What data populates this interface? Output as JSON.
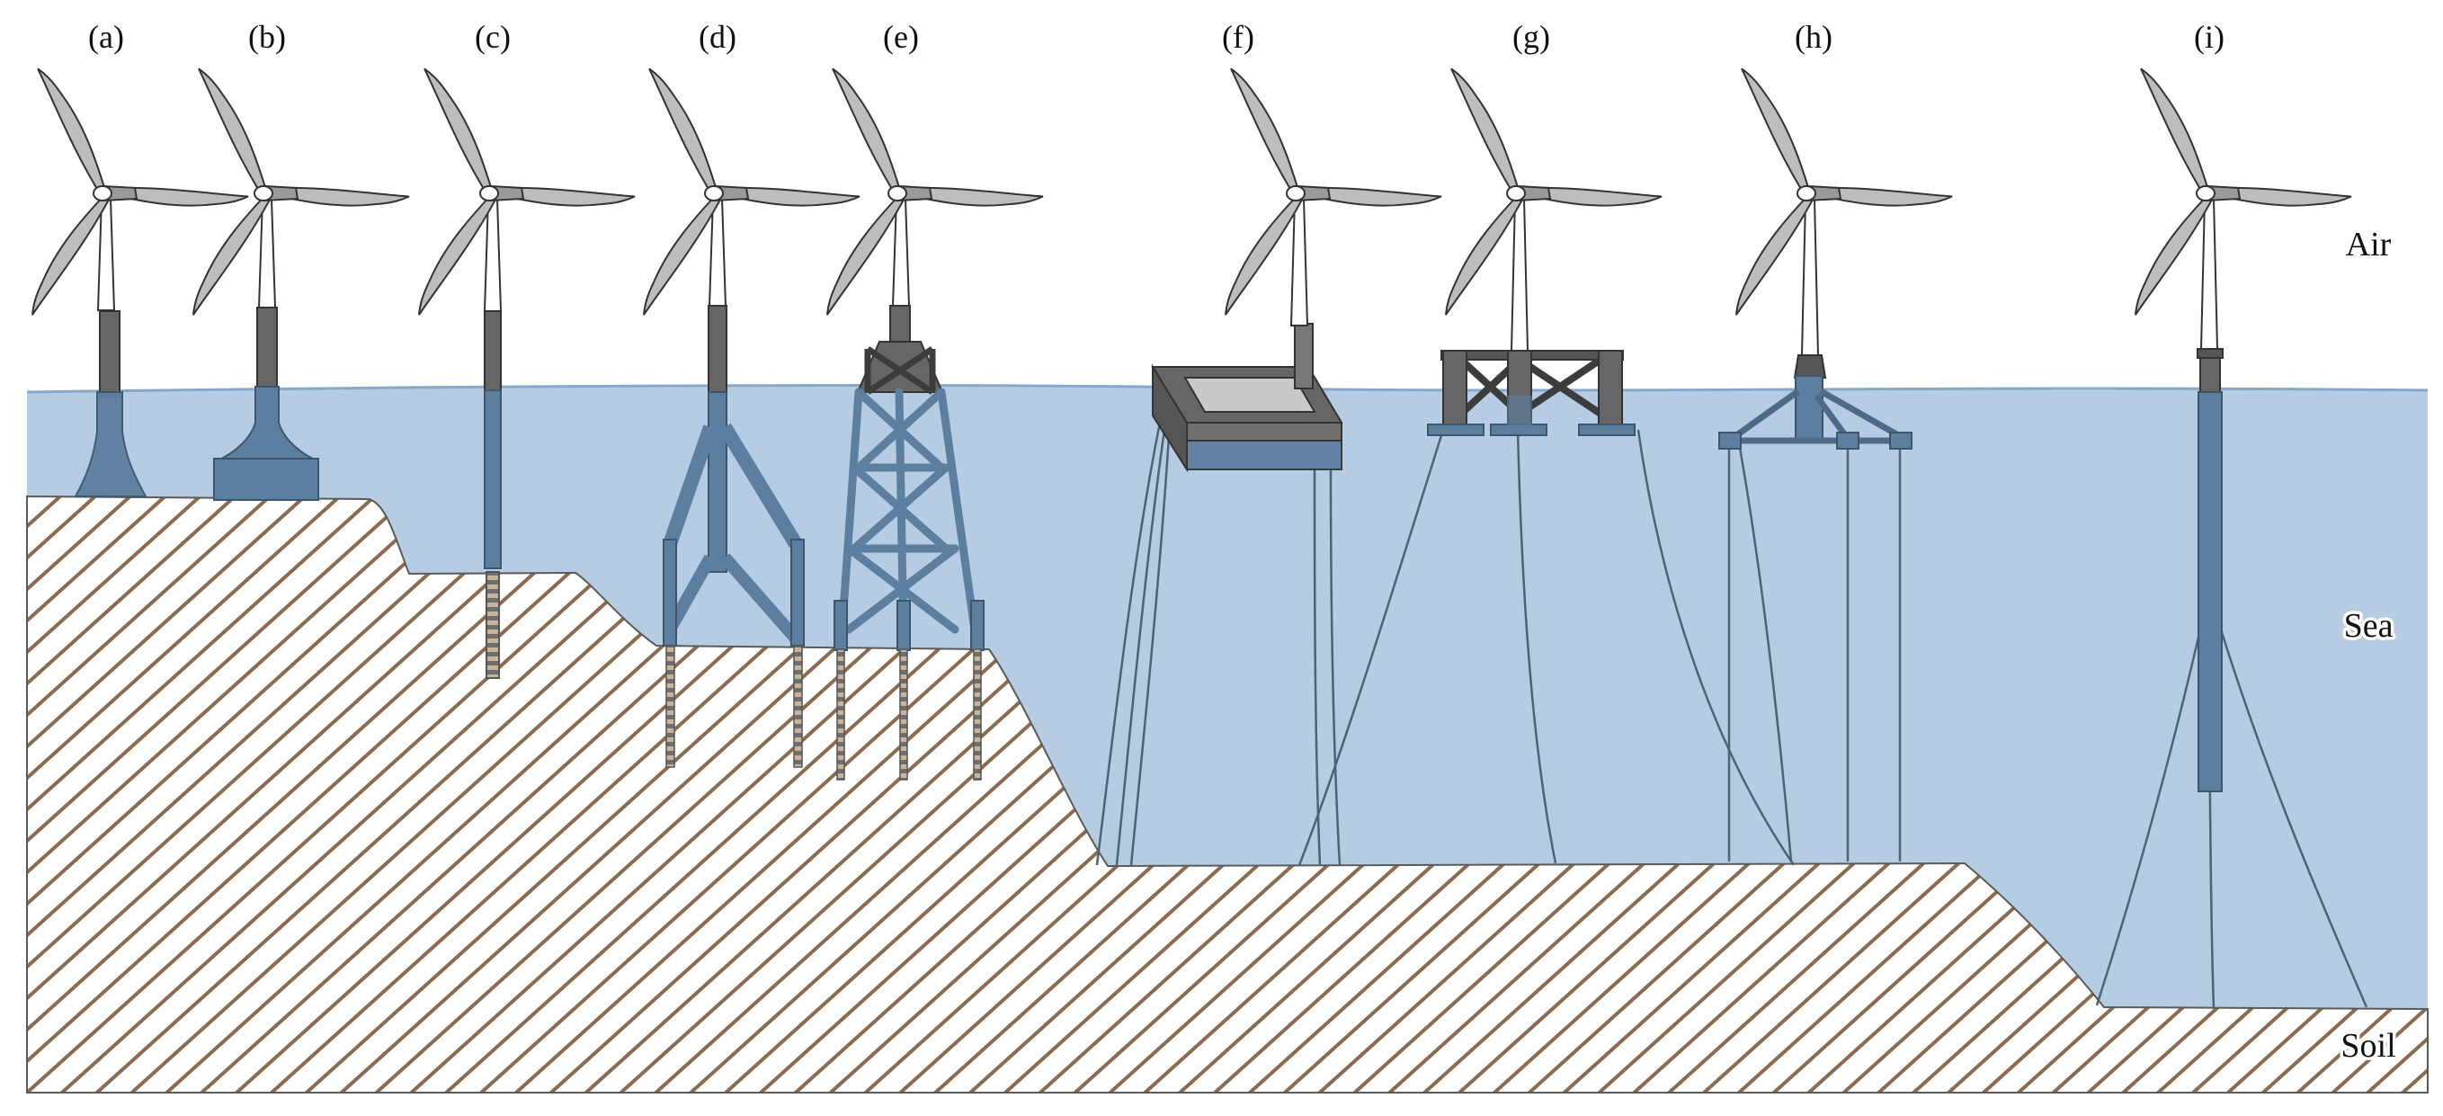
{
  "labels": {
    "a": "(a)",
    "b": "(b)",
    "c": "(c)",
    "d": "(d)",
    "e": "(e)",
    "f": "(f)",
    "g": "(g)",
    "h": "(h)",
    "i": "(i)"
  },
  "zones": {
    "air": "Air",
    "sea": "Sea",
    "soil": "Soil"
  },
  "colors": {
    "sea": "#b5cce2",
    "sea_line": "#88a8c8",
    "soil_hatch": "#8b6a4e",
    "soil_line": "#5a5a5a",
    "structure_dark": "#666666",
    "structure_submerged": "#5d7f9f",
    "tower": "#ffffff",
    "blade": "#bdbdbd",
    "mooring": "#4d6473"
  }
}
